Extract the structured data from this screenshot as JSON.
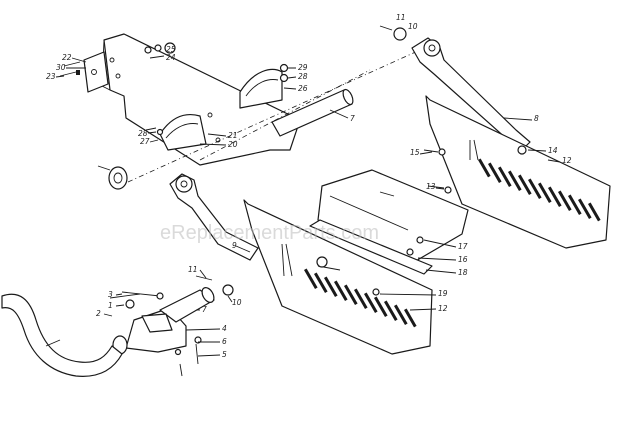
{
  "watermark": "eReplacementParts.com",
  "callouts": {
    "c1": "1",
    "c2": "2",
    "c3": "3",
    "c4": "4",
    "c5": "5",
    "c6": "6",
    "c7": "7",
    "c7b": "7",
    "c8": "8",
    "c9": "9",
    "c10a": "10",
    "c10b": "10",
    "c11a": "11",
    "c11b": "11",
    "c12a": "12",
    "c12b": "12",
    "c13": "13",
    "c14": "14",
    "c15": "15",
    "c16": "16",
    "c17": "17",
    "c18": "18",
    "c19": "19",
    "c20": "20",
    "c21": "21",
    "c22": "22",
    "c23": "23",
    "c24": "24",
    "c25": "25",
    "c26": "26",
    "c27": "27",
    "c28": "28",
    "c29": "29",
    "c30": "30"
  },
  "colors": {
    "ink": "#1a1a1a",
    "watermark": "#bdbdbd",
    "background": "#ffffff"
  }
}
